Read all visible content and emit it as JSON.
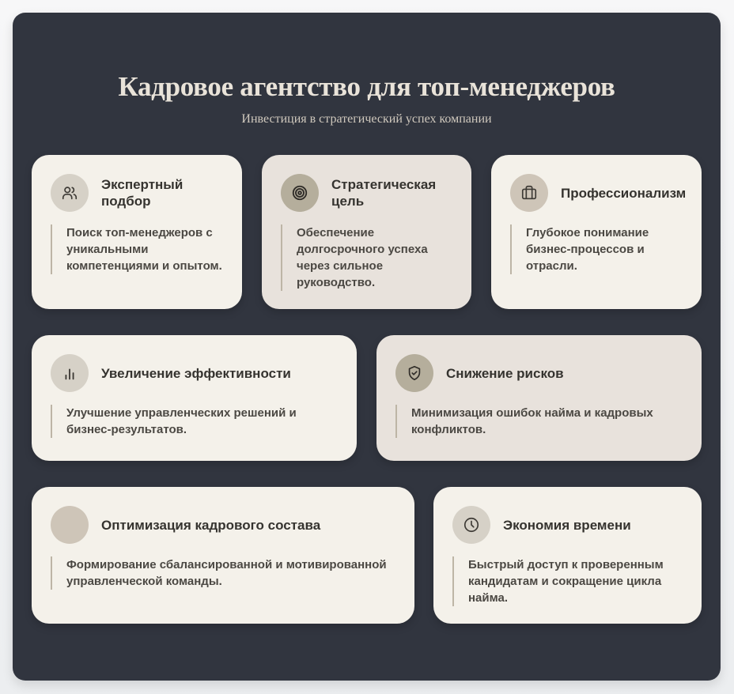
{
  "header": {
    "title": "Кадровое агентство для топ-менеджеров",
    "subtitle": "Инвестиция в стратегический успех компании"
  },
  "colors": {
    "panel_bg": "#31353f",
    "card_light": "#f4f1ea",
    "card_alt": "#e8e2dc",
    "icon_light": "#d6d1c7",
    "icon_dark": "#b5ae9c",
    "title_text": "#e9e3d9",
    "accent_line": "#bdb5a6"
  },
  "cards": [
    {
      "icon": "users-icon",
      "title": "Экспертный подбор",
      "description": "Поиск топ-менеджеров с уникальными компетенциями и опытом."
    },
    {
      "icon": "target-icon",
      "title": "Стратегическая цель",
      "description": "Обеспечение долгосрочного успеха через сильное руководство."
    },
    {
      "icon": "briefcase-icon",
      "title": "Профессионализм",
      "description": "Глубокое понимание бизнес-процессов и отрасли."
    },
    {
      "icon": "bar-chart-icon",
      "title": "Увеличение эффективности",
      "description": "Улучшение управленческих решений и бизнес-результатов."
    },
    {
      "icon": "shield-check-icon",
      "title": "Снижение рисков",
      "description": "Минимизация ошибок найма и кадровых конфликтов."
    },
    {
      "icon": "blank-icon",
      "title": "Оптимизация кадрового состава",
      "description": "Формирование сбалансированной и мотивированной управленческой команды."
    },
    {
      "icon": "clock-icon",
      "title": "Экономия времени",
      "description": "Быстрый доступ к проверенным кандидатам и сокращение цикла найма."
    }
  ]
}
